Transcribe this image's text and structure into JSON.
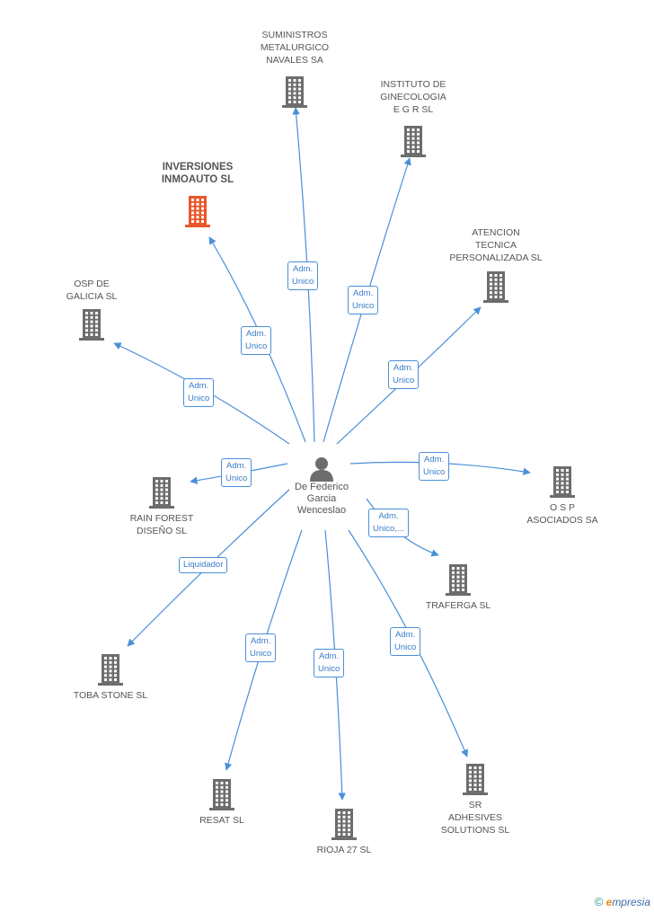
{
  "center": {
    "name": "De Federico\nGarcia\nWenceslao",
    "icon": "person-icon"
  },
  "colors": {
    "edge": "#4a8fd8",
    "building": "#6d6d6d",
    "highlight": "#e8572a"
  },
  "nodes": [
    {
      "id": "suministros",
      "label": "SUMINISTROS\nMETALURGICO\nNAVALES SA",
      "relation": "Adm.\nUnico",
      "highlight": false
    },
    {
      "id": "instituto",
      "label": "INSTITUTO DE\nGINECOLOGIA\nE G R SL",
      "relation": "Adm.\nUnico",
      "highlight": false
    },
    {
      "id": "inversiones",
      "label": "INVERSIONES\nINMOAUTO SL",
      "relation": "Adm.\nUnico",
      "highlight": true
    },
    {
      "id": "atencion",
      "label": "ATENCION\nTECNICA\nPERSONALIZADA SL",
      "relation": "Adm.\nUnico",
      "highlight": false
    },
    {
      "id": "ospgalicia",
      "label": "OSP DE\nGALICIA  SL",
      "relation": "Adm.\nUnico",
      "highlight": false
    },
    {
      "id": "rainforest",
      "label": "RAIN FOREST\nDISEÑO SL",
      "relation": "Adm.\nUnico",
      "highlight": false
    },
    {
      "id": "osp",
      "label": "O S P\nASOCIADOS SA",
      "relation": "Adm.\nUnico",
      "highlight": false
    },
    {
      "id": "traferga",
      "label": "TRAFERGA SL",
      "relation": "Adm.\nUnico,...",
      "highlight": false
    },
    {
      "id": "tobastone",
      "label": "TOBA STONE SL",
      "relation": "Liquidador",
      "highlight": false
    },
    {
      "id": "resat",
      "label": "RESAT SL",
      "relation": "Adm.\nUnico",
      "highlight": false
    },
    {
      "id": "rioja",
      "label": "RIOJA 27 SL",
      "relation": "Adm.\nUnico",
      "highlight": false
    },
    {
      "id": "sr",
      "label": "SR\nADHESIVES\nSOLUTIONS SL",
      "relation": "Adm.\nUnico",
      "highlight": false
    }
  ],
  "brand": {
    "copyright": "©",
    "e": "e",
    "rest": "mpresia"
  }
}
